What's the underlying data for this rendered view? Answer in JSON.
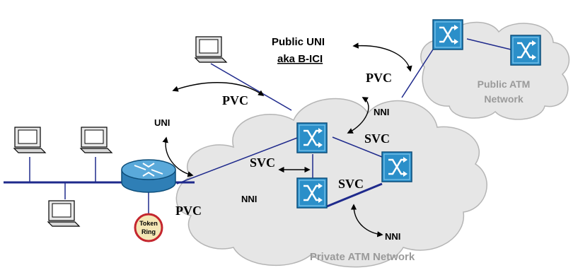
{
  "labels": {
    "public_uni_line1": "Public UNI",
    "public_uni_line2": "aka B-ICI",
    "pvc_top_right": "PVC",
    "pvc_top_left": "PVC",
    "pvc_bottom": "PVC",
    "uni": "UNI",
    "nni_top": "NNI",
    "nni_left": "NNI",
    "nni_bottom": "NNI",
    "svc_right_top": "SVC",
    "svc_left": "SVC",
    "svc_right_bottom": "SVC",
    "token_ring_line1": "Token",
    "token_ring_line2": "Ring"
  },
  "clouds": {
    "public_line1": "Public ATM",
    "public_line2": "Network",
    "private": "Private ATM Network"
  },
  "colors": {
    "cloud_fill": "#e6e6e6",
    "cloud_stroke": "#b0b0b0",
    "switch_blue": "#2b8fc9",
    "link_blue": "#1f2a8c",
    "router_blue": "#3f8fc4",
    "token_ring_red": "#c4262e",
    "token_ring_fill": "#f4e7b6"
  },
  "icons": {
    "atm_switch": "atm-switch-icon",
    "router": "router-icon",
    "workstation": "workstation-icon",
    "token_ring": "token-ring-icon"
  }
}
